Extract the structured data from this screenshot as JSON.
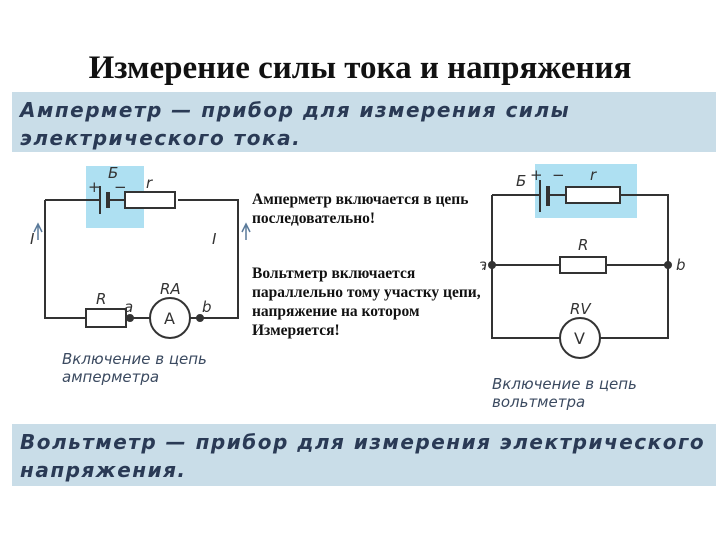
{
  "title": "Измерение силы тока и напряжения",
  "definitions": {
    "ammeter": "Амперметр — прибор для измерения силы электрического тока.",
    "voltmeter": "Вольтметр — прибор для измерения электрического напряжения."
  },
  "notes": {
    "ammeter": "Амперметр включается в цепь последовательно!",
    "voltmeter": "Вольтметр включается параллельно тому участку цепи, напряжение на котором Измеряется!"
  },
  "captions": {
    "ammeter": "Включение в цепь амперметра",
    "voltmeter": "Включение в цепь вольтметра"
  },
  "circuit1": {
    "battery_label": "Б",
    "plus": "+",
    "minus": "−",
    "internal_resistance": "r",
    "resistor": "R",
    "node_a": "a",
    "node_b": "b",
    "meter_label": "RA",
    "meter_symbol": "A",
    "current_left": "I",
    "current_right": "I"
  },
  "circuit2": {
    "battery_label": "Б",
    "plus": "+",
    "minus": "−",
    "internal_resistance": "r",
    "resistor": "R",
    "node_a": "a",
    "node_b": "b",
    "meter_label": "RV",
    "meter_symbol": "V"
  },
  "colors": {
    "band": "#c9dde8",
    "wire": "#333333",
    "text_blue": "#2a3a55"
  }
}
